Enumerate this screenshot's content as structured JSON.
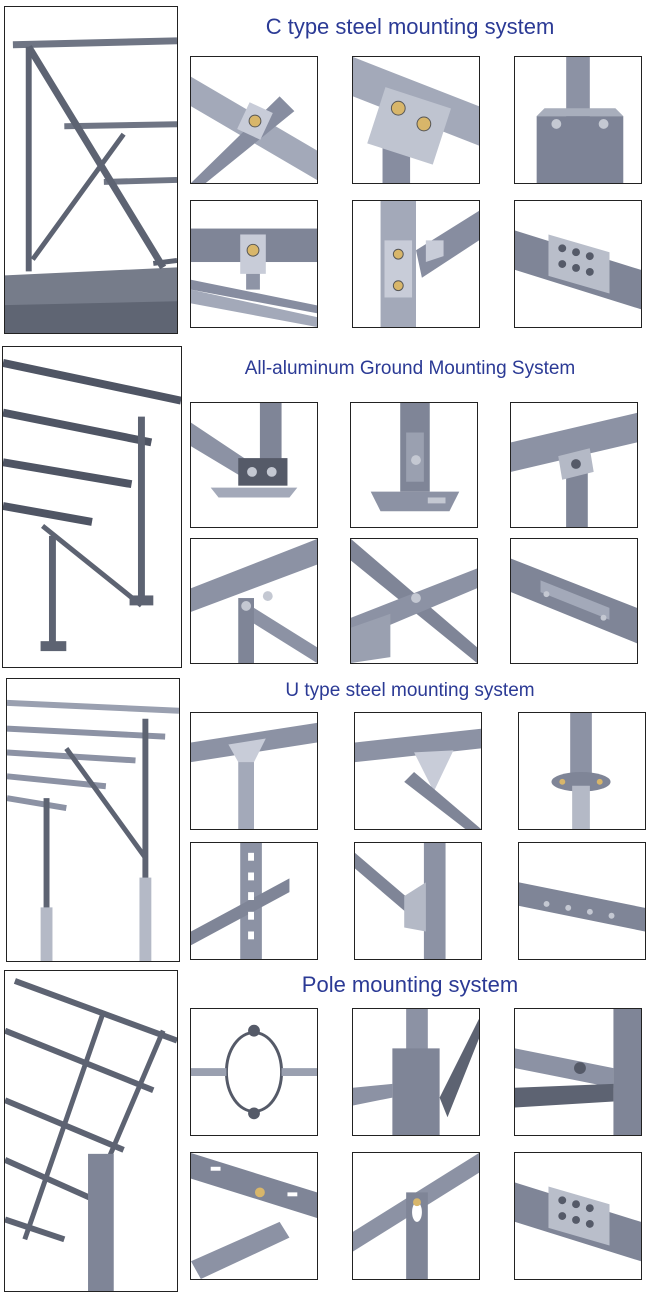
{
  "sections": [
    {
      "title": "C type steel mounting system",
      "main_image": "c-type-steel-structure",
      "details": [
        "c-type-brace-joint",
        "c-type-bolted-plate",
        "c-type-base-plate",
        "c-type-rail-clamp",
        "c-type-angle-bracket",
        "c-type-splice"
      ]
    },
    {
      "title": "All-aluminum Ground Mounting System",
      "main_image": "aluminum-ground-structure",
      "details": [
        "aluminum-base-joint",
        "aluminum-foot-plate",
        "aluminum-rail-connector",
        "aluminum-beam-brace",
        "aluminum-rail-channel",
        "aluminum-splice"
      ]
    },
    {
      "title": "U type steel mounting system",
      "main_image": "u-type-steel-structure",
      "details": [
        "u-type-top-bracket",
        "u-type-brace-bracket",
        "u-type-flange",
        "u-type-slotted-post",
        "u-type-side-brace",
        "u-type-slotted-rail"
      ]
    },
    {
      "title": "Pole mounting system",
      "main_image": "pole-mount-structure",
      "details": [
        "pole-clamp-ring",
        "pole-sleeve",
        "pole-rail-bolt",
        "pole-slotted-rail",
        "pole-slot-joint",
        "pole-splice"
      ]
    }
  ]
}
